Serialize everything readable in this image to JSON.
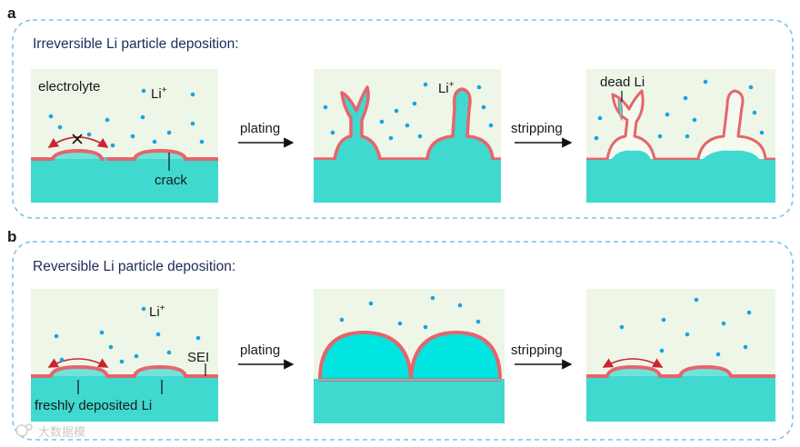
{
  "section_a": {
    "letter": "a",
    "title": "Irreversible Li particle deposition:",
    "labels": {
      "electrolyte": "electrolyte",
      "li_ion_1": "Li",
      "li_ion_2": "Li",
      "ion_charge": "+",
      "crack": "crack",
      "dead_li": "dead Li",
      "plating": "plating",
      "stripping": "stripping"
    }
  },
  "section_b": {
    "letter": "b",
    "title": "Reversible Li particle deposition:",
    "labels": {
      "li_ion": "Li",
      "ion_charge": "+",
      "sei": "SEI",
      "freshly_deposited": "freshly deposited Li",
      "plating": "plating",
      "stripping": "stripping"
    }
  },
  "watermark": "大数据模",
  "colors": {
    "electrolyte_bg": "#eef6e8",
    "lithium": "#3fd9d0",
    "sei": "#e5656b",
    "ion": "#1aa3e0",
    "frame": "#7cc4e6"
  }
}
